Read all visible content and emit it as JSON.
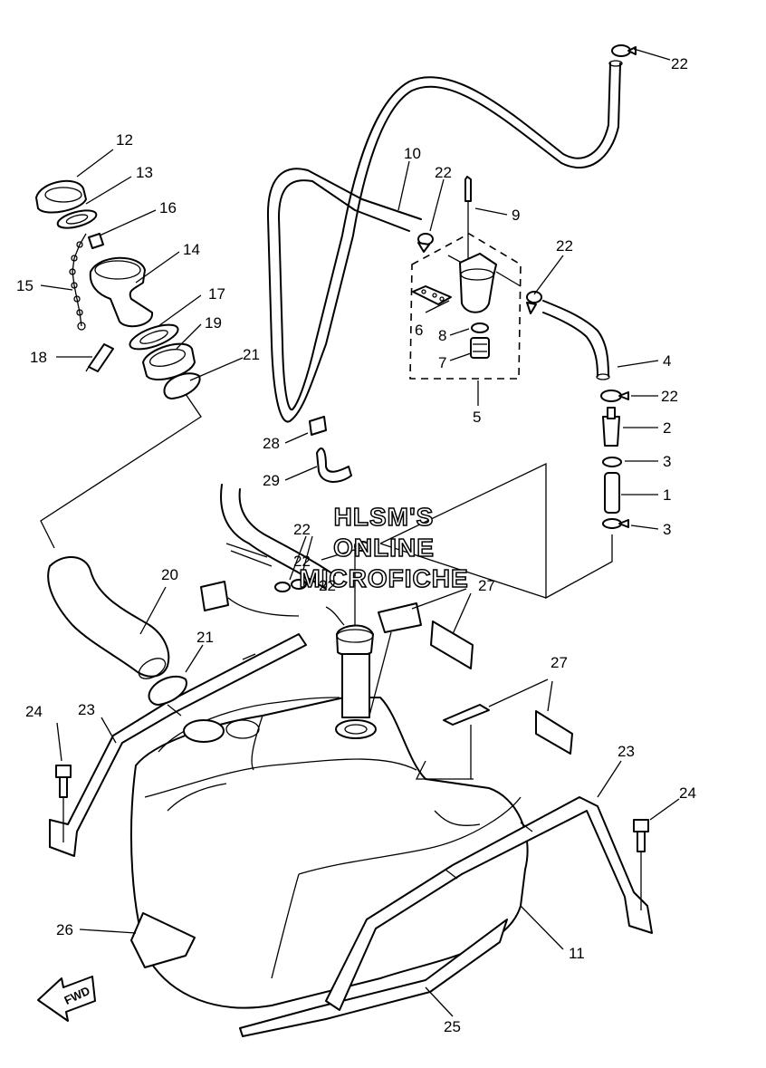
{
  "watermark": {
    "line1": "HLSM'S",
    "line2": "ONLINE",
    "line3": "MICROFICHE"
  },
  "direction_badge": "FWD",
  "callouts": [
    "1",
    "2",
    "3",
    "3",
    "4",
    "5",
    "6",
    "7",
    "8",
    "9",
    "10",
    "11",
    "12",
    "13",
    "14",
    "15",
    "16",
    "17",
    "18",
    "19",
    "20",
    "21",
    "21",
    "22",
    "22",
    "22",
    "22",
    "22",
    "22",
    "22",
    "23",
    "23",
    "24",
    "24",
    "25",
    "26",
    "27",
    "27",
    "28",
    "29"
  ]
}
